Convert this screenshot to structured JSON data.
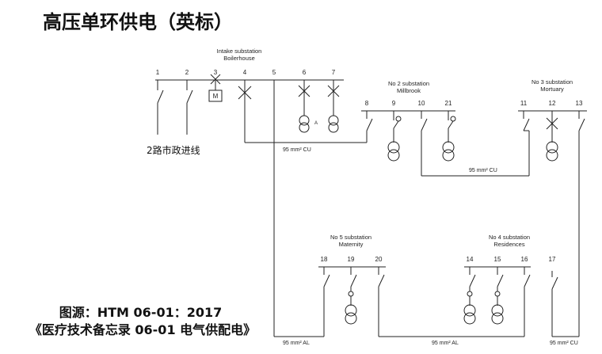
{
  "title": "高压单环供电（英标）",
  "source_line1": "图源：HTM 06-01：2017",
  "source_line2": "《医疗技术备忘录 06-01  电气供配电》",
  "diagram": {
    "stations": {
      "intake_line1": "Intake substation",
      "intake_line2": "Boilerhouse",
      "no2_line1": "No 2 substation",
      "no2_line2": "Millbrook",
      "no3_line1": "No 3 substation",
      "no3_line2": "Mortuary",
      "no5_line1": "No 5 substation",
      "no5_line2": "Maternity",
      "no4_line1": "No 4 substation",
      "no4_line2": "Residences"
    },
    "intake_numbers": [
      "1",
      "2",
      "3",
      "4",
      "5",
      "6",
      "7"
    ],
    "no2_numbers": [
      "8",
      "9",
      "10",
      "21"
    ],
    "no3_numbers": [
      "11",
      "12",
      "13"
    ],
    "no5_numbers": [
      "18",
      "19",
      "20"
    ],
    "no4_numbers": [
      "14",
      "15",
      "16",
      "17"
    ],
    "motor_label": "M",
    "transformer_label": "A",
    "mains_label": "2路市政进线",
    "cables": {
      "intake_to_no2": "95 mm² CU",
      "no2_to_no3": "95 mm² CU",
      "bottom_left": "95 mm² AL",
      "no5_to_no4": "95 mm² AL",
      "bottom_right": "95 mm² CU"
    }
  }
}
